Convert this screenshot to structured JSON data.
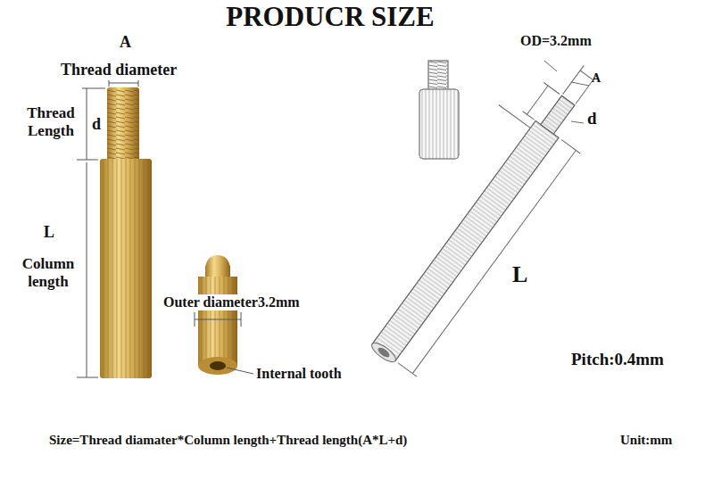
{
  "diagram": {
    "title": "PRODUCR SIZE",
    "labels": [
      "A",
      "Thread diameter",
      "Thread Length",
      "d",
      "L",
      "Column length",
      "Outer diameter3.2mm",
      "Internal tooth",
      "OD=3.2mm",
      "A",
      "d",
      "L",
      "Pitch:0.4mm",
      "Size=Thread diamater*Column length+Thread length(A*L+d)",
      "Unit:mm"
    ]
  }
}
